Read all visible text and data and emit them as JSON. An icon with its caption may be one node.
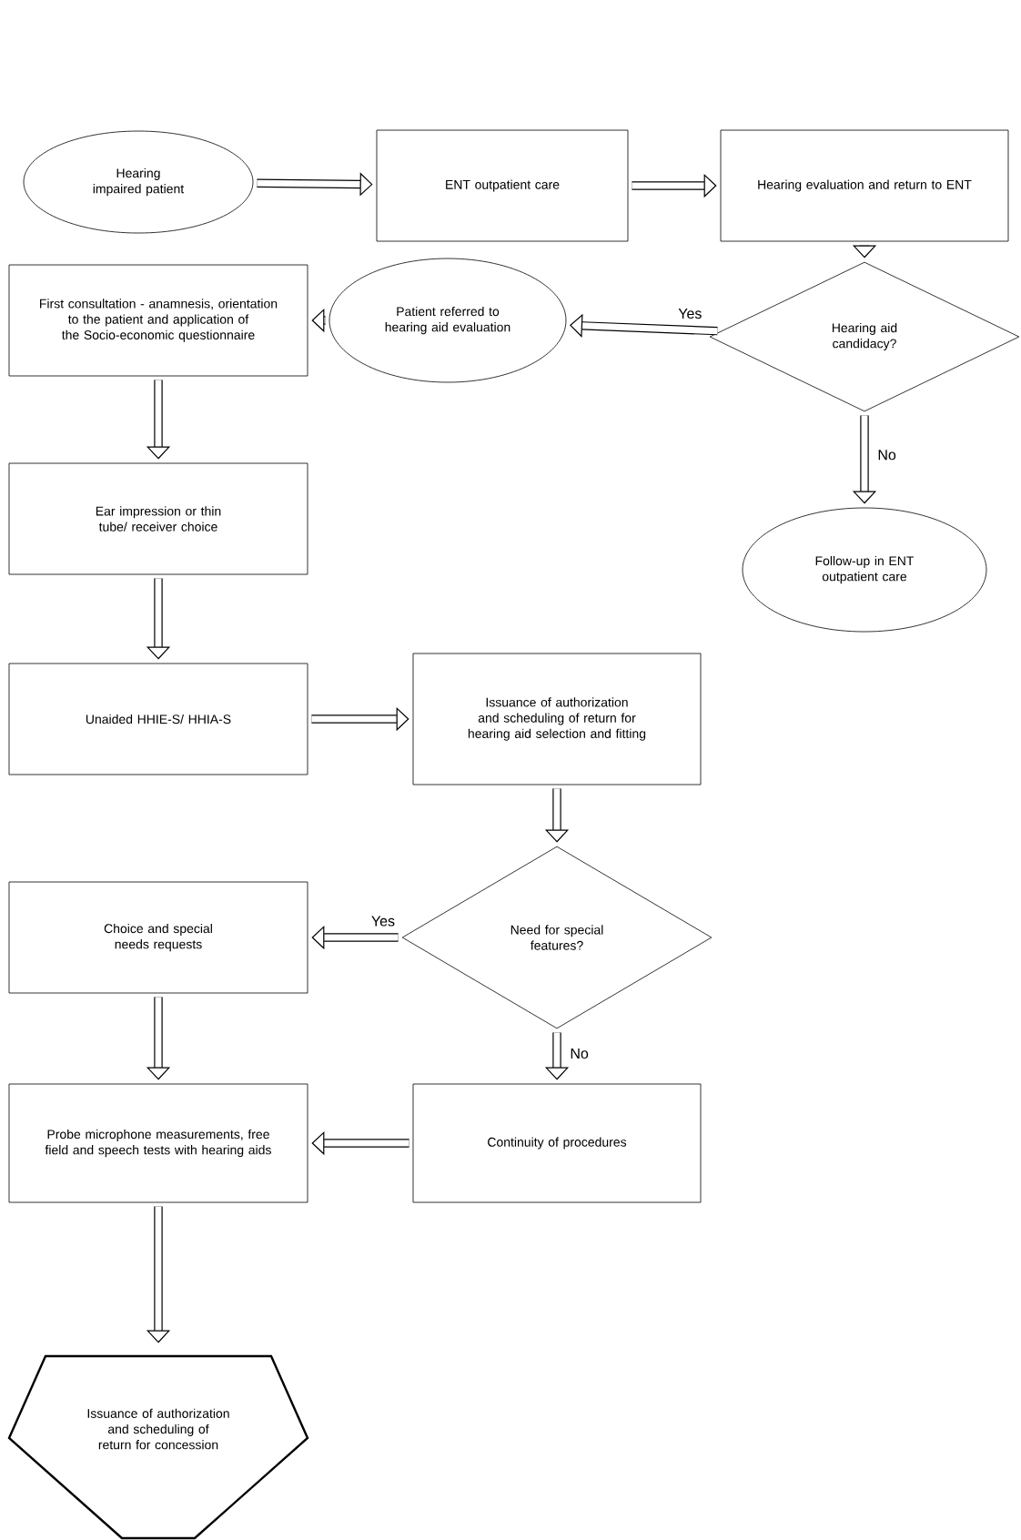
{
  "diagram": {
    "nodes": [
      {
        "text": [
          "Hearing impaired patient"
        ]
      },
      {
        "text": [
          "ENT outpatient care"
        ]
      },
      {
        "text": [
          "Hearing evaluation and return to ENT"
        ]
      },
      {
        "text": [
          "Hearing aid candidacy?"
        ]
      },
      {
        "text": [
          "Patient referred to hearing aid evaluation"
        ]
      },
      {
        "text": [
          "First consultation - anamnesis, orientation to the patient and application of the Socio-economic questionnaire"
        ]
      },
      {
        "text": [
          "Follow-up in ENT outpatient care"
        ]
      },
      {
        "text": [
          "Ear impression or thin tube/ receiver choice"
        ]
      },
      {
        "text": [
          "Unaided HHIE-S/ HHIA-S"
        ]
      },
      {
        "text": [
          "Issuance of authorization and scheduling of return for hearing aid selection and fitting"
        ]
      },
      {
        "text": [
          "Need for special features?"
        ]
      },
      {
        "text": [
          "Choice and special needs requests"
        ]
      },
      {
        "text": [
          "Continuity of procedures"
        ]
      },
      {
        "text": [
          "Probe microphone measurements, free field and speech tests with hearing aids"
        ]
      },
      {
        "text": [
          "Issuance of authorization and scheduling of return for concession"
        ]
      }
    ],
    "edges": [
      {
        "from": 0,
        "to": 1,
        "arrow": "to"
      },
      {
        "from": 1,
        "to": 2,
        "arrow": "to"
      },
      {
        "from": 2,
        "to": 3,
        "arrow": "to"
      },
      {
        "from": 3,
        "to": 4,
        "arrow": "to",
        "label": "Yes"
      },
      {
        "from": 4,
        "to": 5,
        "arrow": "to"
      },
      {
        "from": 3,
        "to": 6,
        "arrow": "to",
        "label": "No"
      },
      {
        "from": 5,
        "to": 7,
        "arrow": "to"
      },
      {
        "from": 7,
        "to": 8,
        "arrow": "to"
      },
      {
        "from": 8,
        "to": 9,
        "arrow": "to"
      },
      {
        "from": 9,
        "to": 10,
        "arrow": "to"
      },
      {
        "from": 10,
        "to": 11,
        "arrow": "to",
        "label": "Yes"
      },
      {
        "from": 10,
        "to": 12,
        "arrow": "to",
        "label": "No"
      },
      {
        "from": 12,
        "to": 13,
        "arrow": "to"
      },
      {
        "from": 11,
        "to": 13,
        "arrow": "to"
      },
      {
        "from": 13,
        "to": 14,
        "arrow": "to"
      }
    ]
  }
}
